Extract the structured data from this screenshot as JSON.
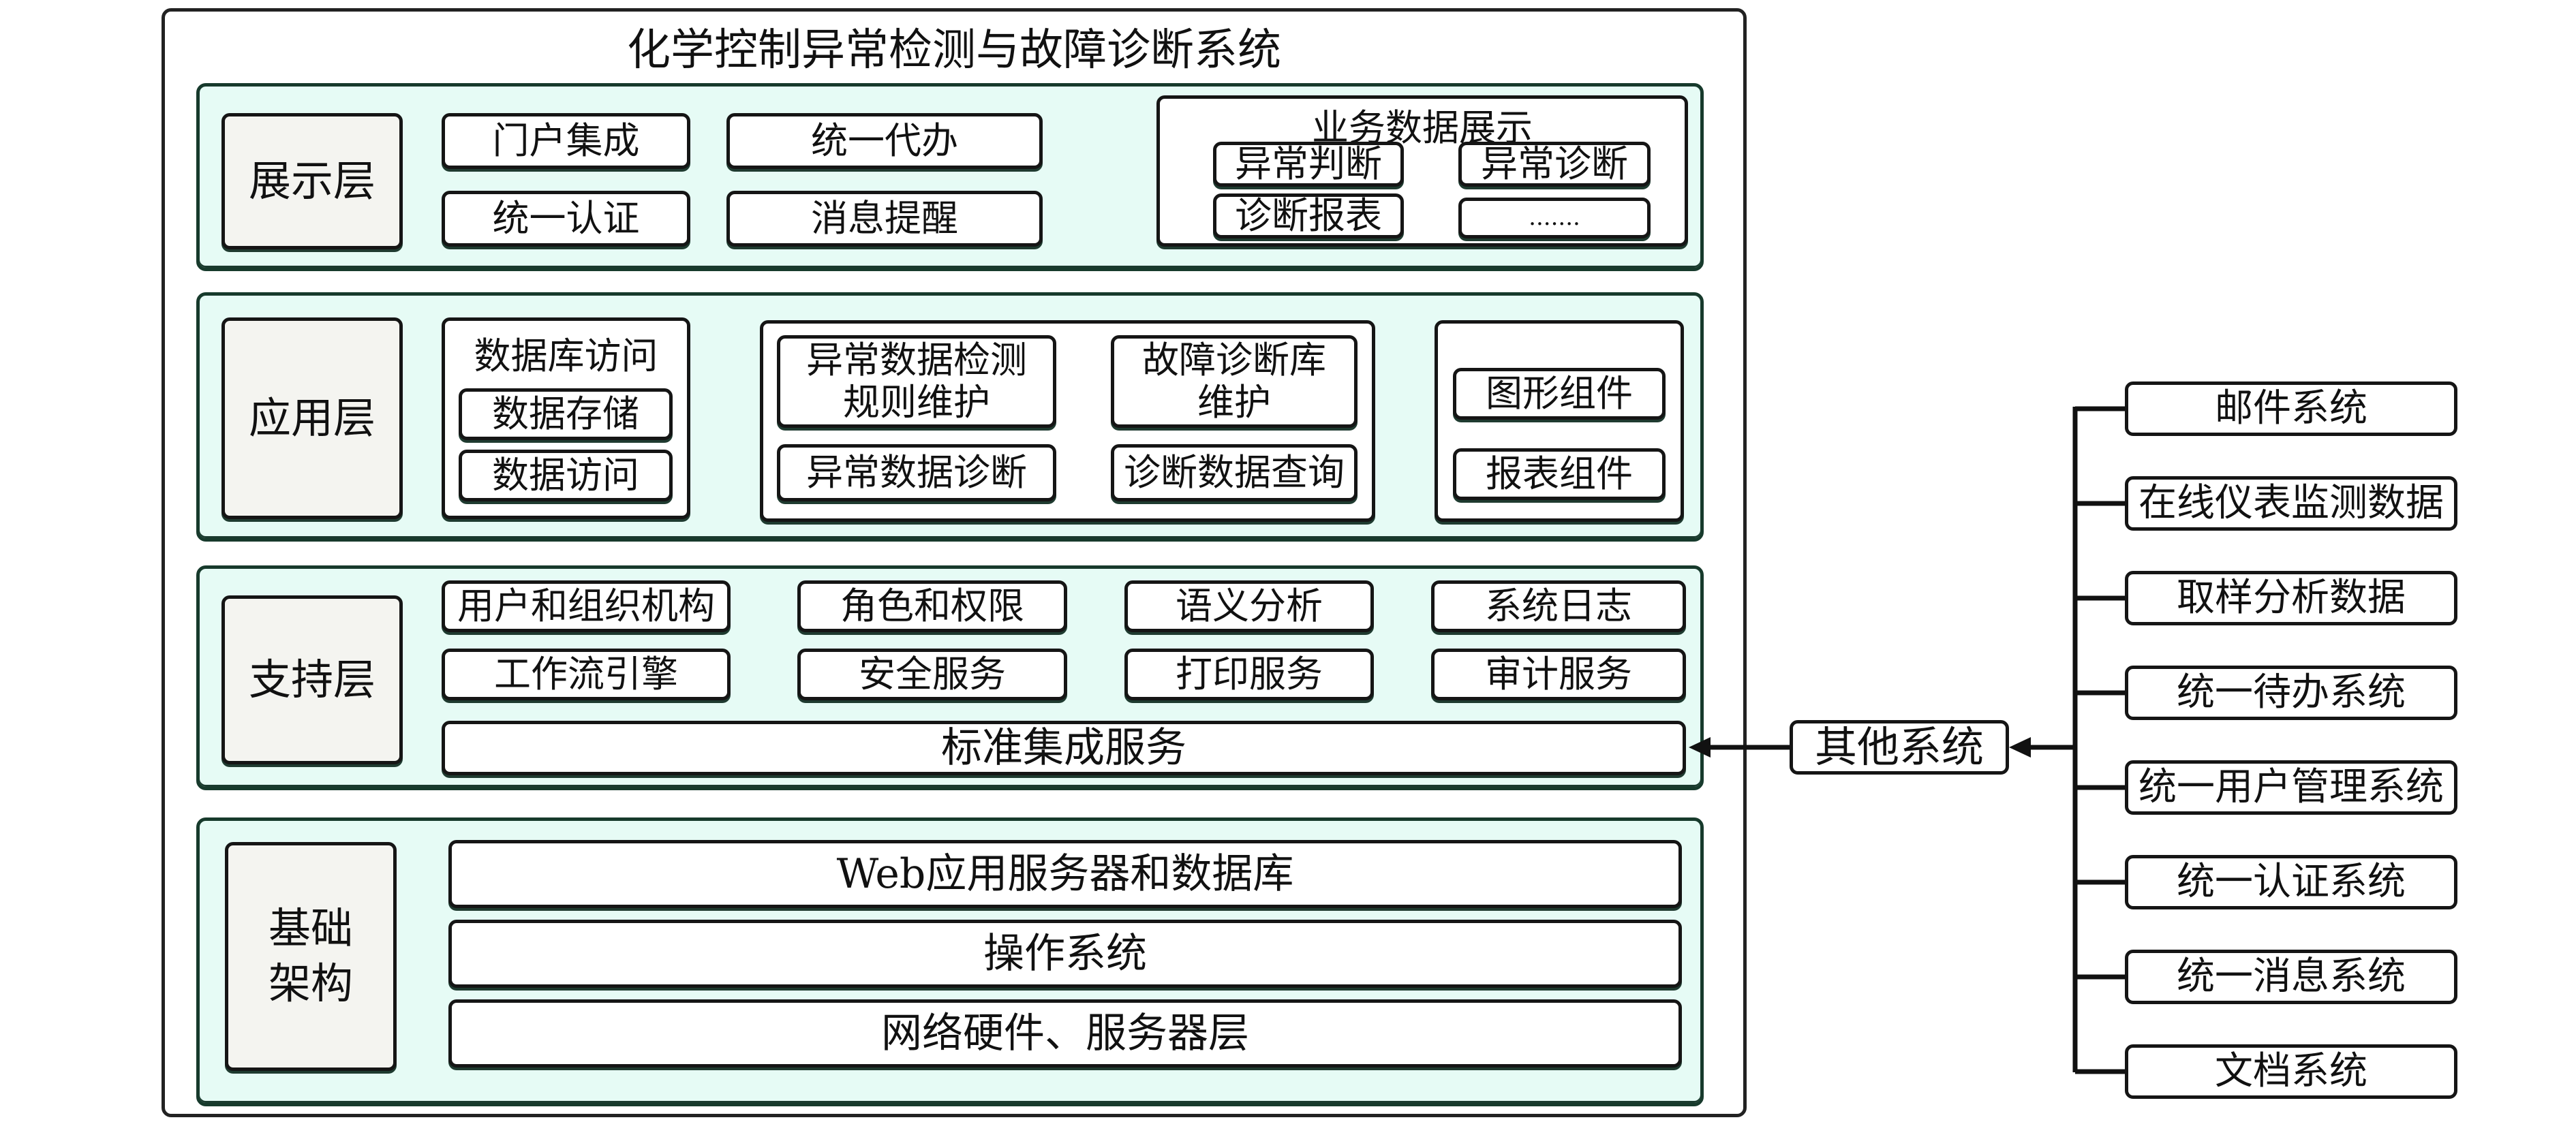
{
  "title": "化学控制异常检测与故障诊断系统",
  "layers": {
    "presentation": {
      "label": "展示层",
      "items": [
        "门户集成",
        "统一代办",
        "统一认证",
        "消息提醒"
      ],
      "business_group": {
        "title": "业务数据展示",
        "items": [
          "异常判断",
          "异常诊断",
          "诊断报表",
          "......."
        ]
      }
    },
    "application": {
      "label": "应用层",
      "db_group": {
        "title": "数据库访问",
        "items": [
          "数据存储",
          "数据访问"
        ]
      },
      "core_group": {
        "items": [
          "异常数据检测\n规则维护",
          "故障诊断库\n维护",
          "异常数据诊断",
          "诊断数据查询"
        ]
      },
      "component_group": {
        "items": [
          "图形组件",
          "报表组件"
        ]
      }
    },
    "support": {
      "label": "支持层",
      "items": [
        "用户和组织机构",
        "角色和权限",
        "语义分析",
        "系统日志",
        "工作流引擎",
        "安全服务",
        "打印服务",
        "审计服务"
      ],
      "integration": "标准集成服务"
    },
    "infrastructure": {
      "label": "基础\n架构",
      "items": [
        "Web应用服务器和数据库",
        "操作系统",
        "网络硬件、服务器层"
      ]
    }
  },
  "other_systems": {
    "label": "其他系统",
    "items": [
      "邮件系统",
      "在线仪表监测数据",
      "取样分析数据",
      "统一待办系统",
      "统一用户管理系统",
      "统一认证系统",
      "统一消息系统",
      "文档系统"
    ]
  }
}
